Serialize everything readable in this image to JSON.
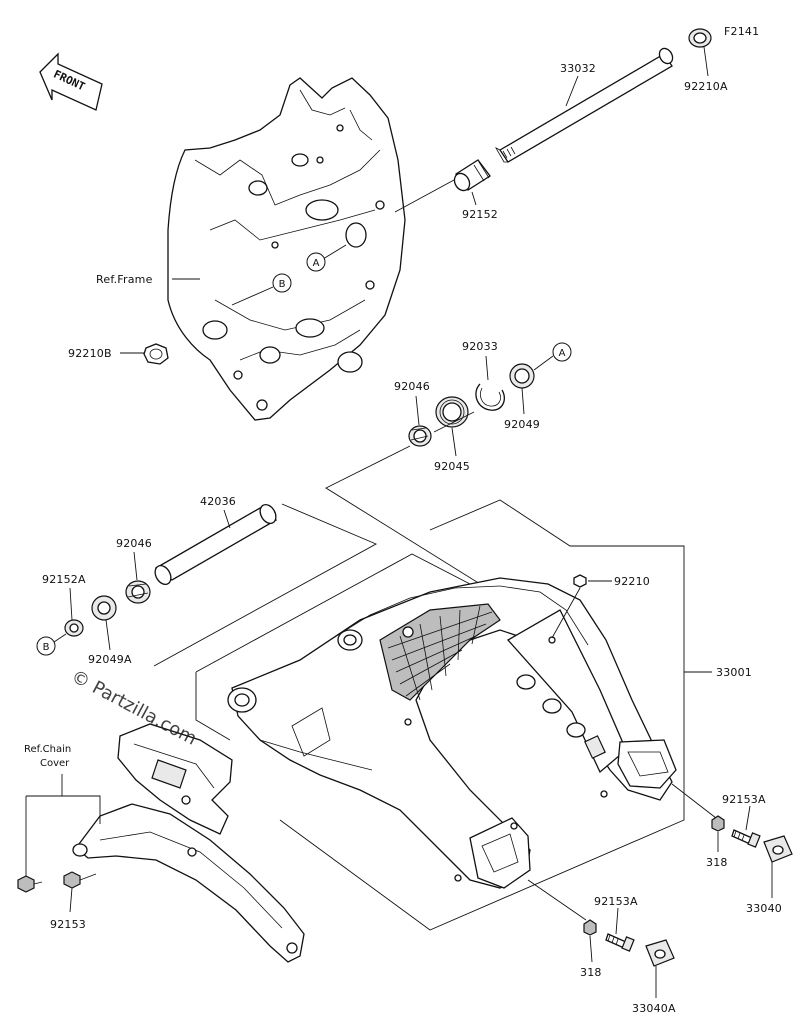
{
  "figure_code": "F2141",
  "front_label": "FRONT",
  "watermark": "© Partzilla.com",
  "refs": {
    "frame": "Ref.Frame",
    "chain_cover_1": "Ref.Chain",
    "chain_cover_2": "Cover"
  },
  "callouts": {
    "a": "A",
    "b": "B"
  },
  "parts": {
    "p33032": "33032",
    "p92210A": "92210A",
    "p92152": "92152",
    "p92210B": "92210B",
    "p92033": "92033",
    "p92046_top": "92046",
    "p92049": "92049",
    "p92045": "92045",
    "p42036": "42036",
    "p92046_mid": "92046",
    "p92152A": "92152A",
    "p92049A": "92049A",
    "p92210": "92210",
    "p33001": "33001",
    "p92153A_right": "92153A",
    "p318_right": "318",
    "p33040": "33040",
    "p92153": "92153",
    "p92153A_bottom": "92153A",
    "p318_bottom": "318",
    "p33040A": "33040A"
  }
}
